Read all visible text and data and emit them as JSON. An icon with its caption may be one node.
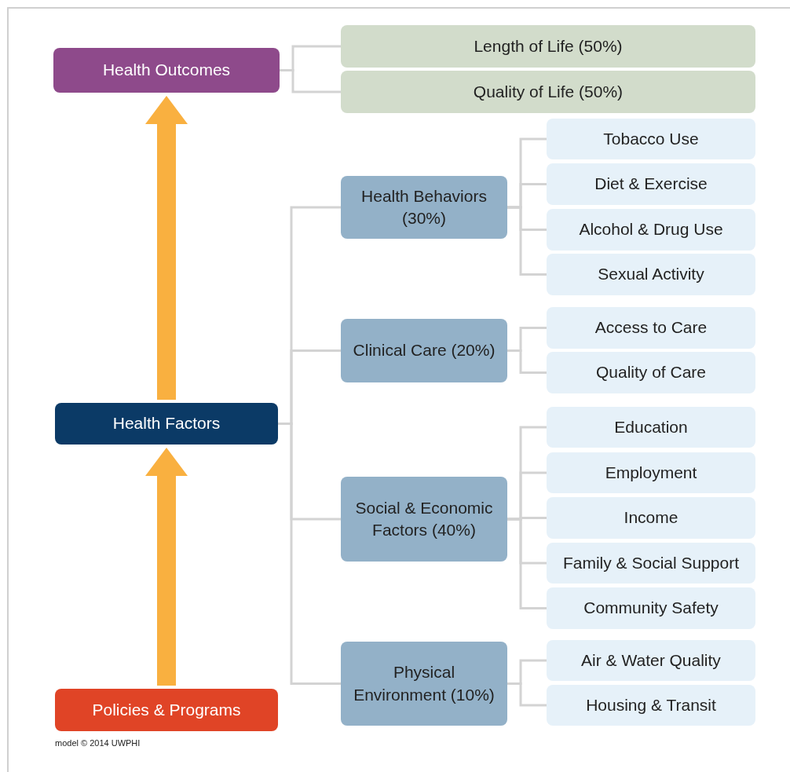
{
  "diagram": {
    "caption": "model © 2014 UWPHI",
    "nodes": [
      {
        "text": [
          "Health Outcomes"
        ]
      },
      {
        "text": [
          "Length of Life (50%)"
        ]
      },
      {
        "text": [
          "Quality of Life (50%)"
        ]
      },
      {
        "text": [
          "Health Factors"
        ]
      },
      {
        "text": [
          "Health Behaviors (30%)"
        ]
      },
      {
        "text": [
          "Tobacco Use"
        ]
      },
      {
        "text": [
          "Diet & Exercise"
        ]
      },
      {
        "text": [
          "Alcohol & Drug Use"
        ]
      },
      {
        "text": [
          "Sexual Activity"
        ]
      },
      {
        "text": [
          "Clinical Care (20%)"
        ]
      },
      {
        "text": [
          "Access to Care"
        ]
      },
      {
        "text": [
          "Quality of Care"
        ]
      },
      {
        "text": [
          "Social & Economic Factors (40%)"
        ]
      },
      {
        "text": [
          "Education"
        ]
      },
      {
        "text": [
          "Employment"
        ]
      },
      {
        "text": [
          "Income"
        ]
      },
      {
        "text": [
          "Family & Social Support"
        ]
      },
      {
        "text": [
          "Community Safety"
        ]
      },
      {
        "text": [
          "Physical Environment (10%)"
        ]
      },
      {
        "text": [
          "Air & Water Quality"
        ]
      },
      {
        "text": [
          "Housing & Transit"
        ]
      },
      {
        "text": [
          "Policies & Programs"
        ]
      }
    ],
    "edges": [
      {
        "from": 21,
        "to": 3,
        "arrow": "to",
        "style": "thick",
        "color": "#f9b040"
      },
      {
        "from": 3,
        "to": 0,
        "arrow": "to",
        "style": "thick",
        "color": "#f9b040"
      },
      {
        "from": 0,
        "to": 1,
        "arrow": "none"
      },
      {
        "from": 0,
        "to": 2,
        "arrow": "none"
      },
      {
        "from": 3,
        "to": 4,
        "arrow": "none"
      },
      {
        "from": 3,
        "to": 9,
        "arrow": "none"
      },
      {
        "from": 3,
        "to": 12,
        "arrow": "none"
      },
      {
        "from": 3,
        "to": 18,
        "arrow": "none"
      },
      {
        "from": 4,
        "to": 5,
        "arrow": "none"
      },
      {
        "from": 4,
        "to": 6,
        "arrow": "none"
      },
      {
        "from": 4,
        "to": 7,
        "arrow": "none"
      },
      {
        "from": 4,
        "to": 8,
        "arrow": "none"
      },
      {
        "from": 9,
        "to": 10,
        "arrow": "none"
      },
      {
        "from": 9,
        "to": 11,
        "arrow": "none"
      },
      {
        "from": 12,
        "to": 13,
        "arrow": "none"
      },
      {
        "from": 12,
        "to": 14,
        "arrow": "none"
      },
      {
        "from": 12,
        "to": 15,
        "arrow": "none"
      },
      {
        "from": 12,
        "to": 16,
        "arrow": "none"
      },
      {
        "from": 12,
        "to": 17,
        "arrow": "none"
      },
      {
        "from": 18,
        "to": 19,
        "arrow": "none"
      },
      {
        "from": 18,
        "to": 20,
        "arrow": "none"
      }
    ]
  }
}
